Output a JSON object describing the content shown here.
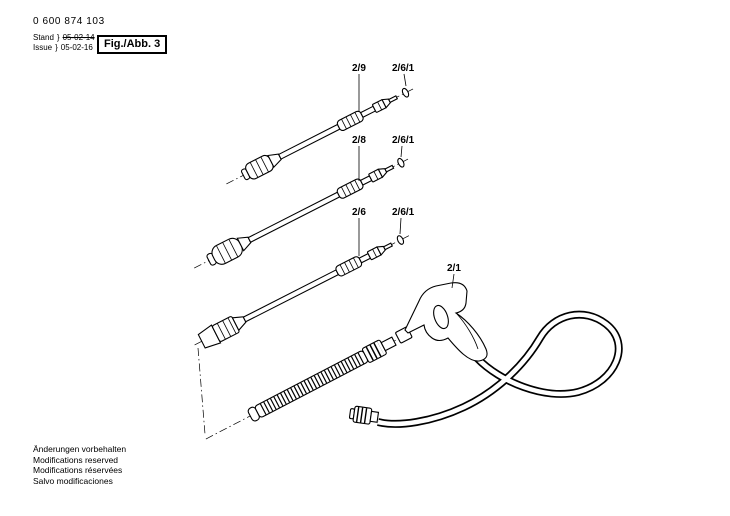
{
  "header": {
    "part_number": "0 600 874 103",
    "revision": {
      "stand_label": "Stand",
      "issue_label": "Issue",
      "brace": "}",
      "old_date": "05-02-14",
      "new_date": "05-02-16"
    },
    "figure_label": "Fig./Abb. 3"
  },
  "callouts": {
    "lance_top": "2/9",
    "oring_top": "2/6/1",
    "lance_middle": "2/8",
    "oring_middle": "2/6/1",
    "lance_bottom": "2/6",
    "oring_bottom": "2/6/1",
    "gun": "2/1"
  },
  "footer": {
    "lines": [
      "Änderungen vorbehalten",
      "Modifications reserved",
      "Modifications réservées",
      "Salvo modificaciones"
    ]
  },
  "colors": {
    "ink": "#000000",
    "paper": "#ffffff"
  }
}
